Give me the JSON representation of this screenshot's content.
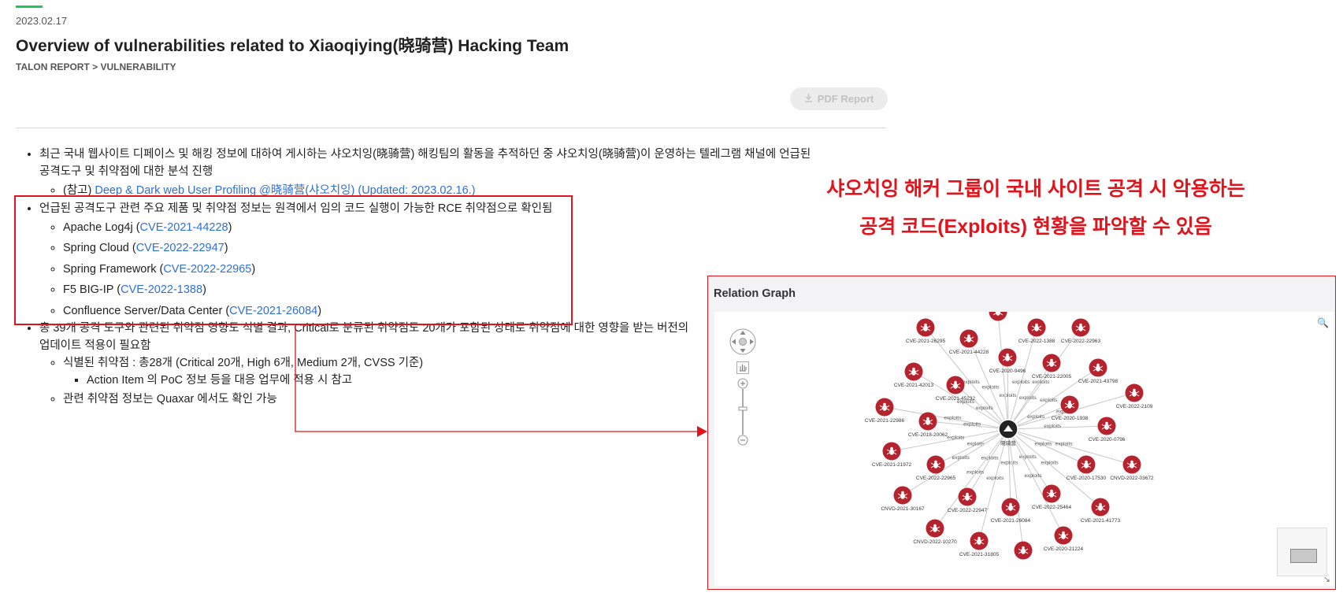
{
  "header": {
    "date": "2023.02.17",
    "title": "Overview of vulnerabilities related to Xiaoqiying(晓骑营) Hacking Team",
    "breadcrumb": "TALON REPORT > VULNERABILITY",
    "pdf_label": "PDF Report"
  },
  "body": {
    "b1_line1": "최근 국내 웹사이트 디페이스 및 해킹 정보에 대하여 게시하는 샤오치잉(晓骑营) 해킹팀의 활동을 추적하던 중 샤오치잉(晓骑营)이 운영하는 텔레그램 채널에 언급된",
    "b1_line2": "공격도구 및 취약점에 대한 분석 진행",
    "b1_sub_prefix": "(참고) ",
    "b1_sub_link": "Deep & Dark web User Profiling @晓骑营(샤오치잉) (Updated: 2023.02.16.)",
    "b2_text": "언급된 공격도구 관련 주요 제품 및 취약점 정보는 원격에서 임의 코드 실행이 가능한 RCE 취약점으로 확인됨",
    "b2_items": [
      {
        "product": "Apache Log4j (",
        "cve": "CVE-2021-44228",
        "close": ")"
      },
      {
        "product": "Spring Cloud (",
        "cve": "CVE-2022-22947",
        "close": ")"
      },
      {
        "product": "Spring Framework (",
        "cve": "CVE-2022-22965",
        "close": ")"
      },
      {
        "product": "F5 BIG-IP (",
        "cve": "CVE-2022-1388",
        "close": ")"
      },
      {
        "product": "Confluence Server/Data Center (",
        "cve": "CVE-2021-26084",
        "close": ")"
      }
    ],
    "b3_line1": "총 39개 공격 도구와 관련된 취약점 영향도 식별 결과, Critical로 분류된 취약점도 20개가 포함된 상태로 취약점에 대한 영향을 받는 버전의",
    "b3_line2": "업데이트 적용이 필요함",
    "b3_sub1": "식별된 취약점 : 총28개 (Critical 20개, High 6개, Medium 2개, CVSS 기준)",
    "b3_sub1_sub": "Action Item 의 PoC 정보 등을 대응 업무에 적용 시 참고",
    "b3_sub2": "관련 취약점 정보는 Quaxar 에서도 확인 가능"
  },
  "callout": {
    "line1": "샤오치잉 해커 그룹이 국내 사이트 공격 시 악용하는",
    "line2": "공격 코드(Exploits) 현황을 파악할 수 있음"
  },
  "graph": {
    "title": "Relation Graph",
    "center_label": "晓骑营",
    "edge_label": "exploits",
    "node_color": "#b5232e",
    "highlight_color": "#e0141c",
    "nodes": [
      "CVE-2021-26295",
      "CVE-2021-44228",
      "CVE-2022-1388",
      "CVE-2022-22963",
      "CVE-2020-9496",
      "CVE-2021-22005",
      "CVE-2021-43798",
      "CVE-2021-42013",
      "CVE-2021-45232",
      "CVE-2022-2109",
      "CVE-2021-22986",
      "CVE-2018-20062",
      "CVE-2020-1938",
      "CVE-2020-0796",
      "CVE-2021-21972",
      "CVE-2022-22965",
      "CVE-2020-17530",
      "CNVD-2022-03672",
      "CNVD-2021-30167",
      "CVE-2022-22947",
      "CVE-2022-25464",
      "CVE-2021-26084",
      "CVE-2021-41773",
      "CNVD-2022-10270",
      "CVE-2021-31805",
      "CVE-2020-21224"
    ]
  }
}
